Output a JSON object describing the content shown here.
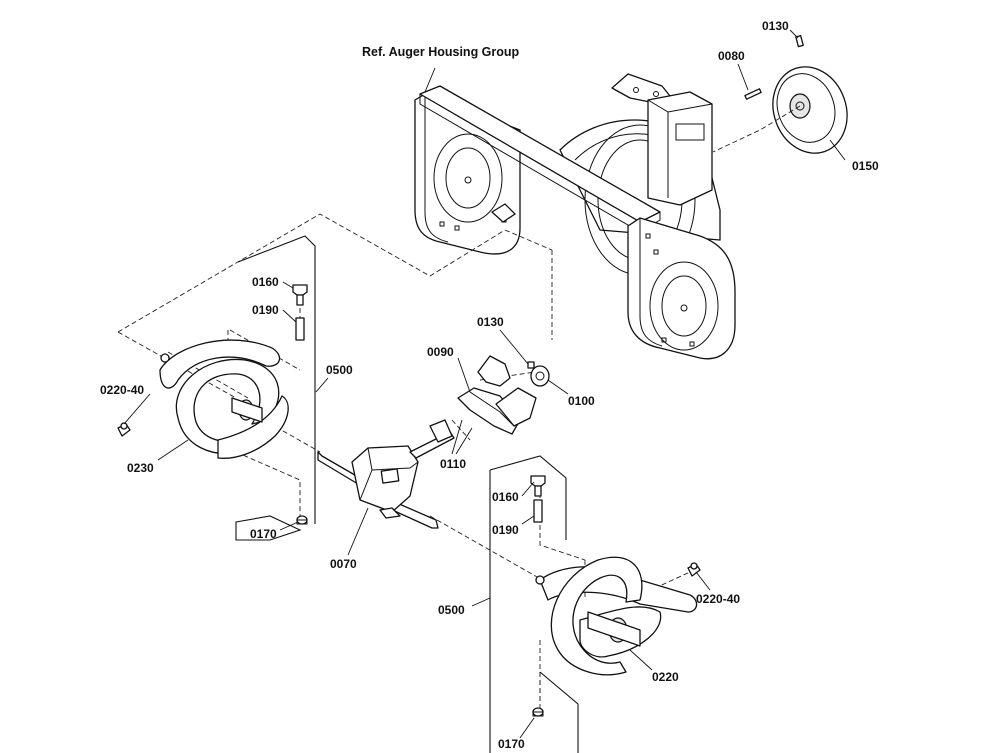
{
  "diagram": {
    "title": "Ref. Auger Housing Group",
    "callouts": [
      {
        "key": "p0130_top",
        "text": "0130"
      },
      {
        "key": "p0080",
        "text": "0080"
      },
      {
        "key": "p0150",
        "text": "0150"
      },
      {
        "key": "p0160_l",
        "text": "0160"
      },
      {
        "key": "p0190_l",
        "text": "0190"
      },
      {
        "key": "p0500_l",
        "text": "0500"
      },
      {
        "key": "p0220_40_l",
        "text": "0220-40"
      },
      {
        "key": "p0230",
        "text": "0230"
      },
      {
        "key": "p0170_l",
        "text": "0170"
      },
      {
        "key": "p0070",
        "text": "0070"
      },
      {
        "key": "p0130_mid",
        "text": "0130"
      },
      {
        "key": "p0090",
        "text": "0090"
      },
      {
        "key": "p0100",
        "text": "0100"
      },
      {
        "key": "p0110",
        "text": "0110"
      },
      {
        "key": "p0160_r",
        "text": "0160"
      },
      {
        "key": "p0190_r",
        "text": "0190"
      },
      {
        "key": "p0500_r",
        "text": "0500"
      },
      {
        "key": "p0220_40_r",
        "text": "0220-40"
      },
      {
        "key": "p0220",
        "text": "0220"
      },
      {
        "key": "p0170_r",
        "text": "0170"
      }
    ]
  }
}
